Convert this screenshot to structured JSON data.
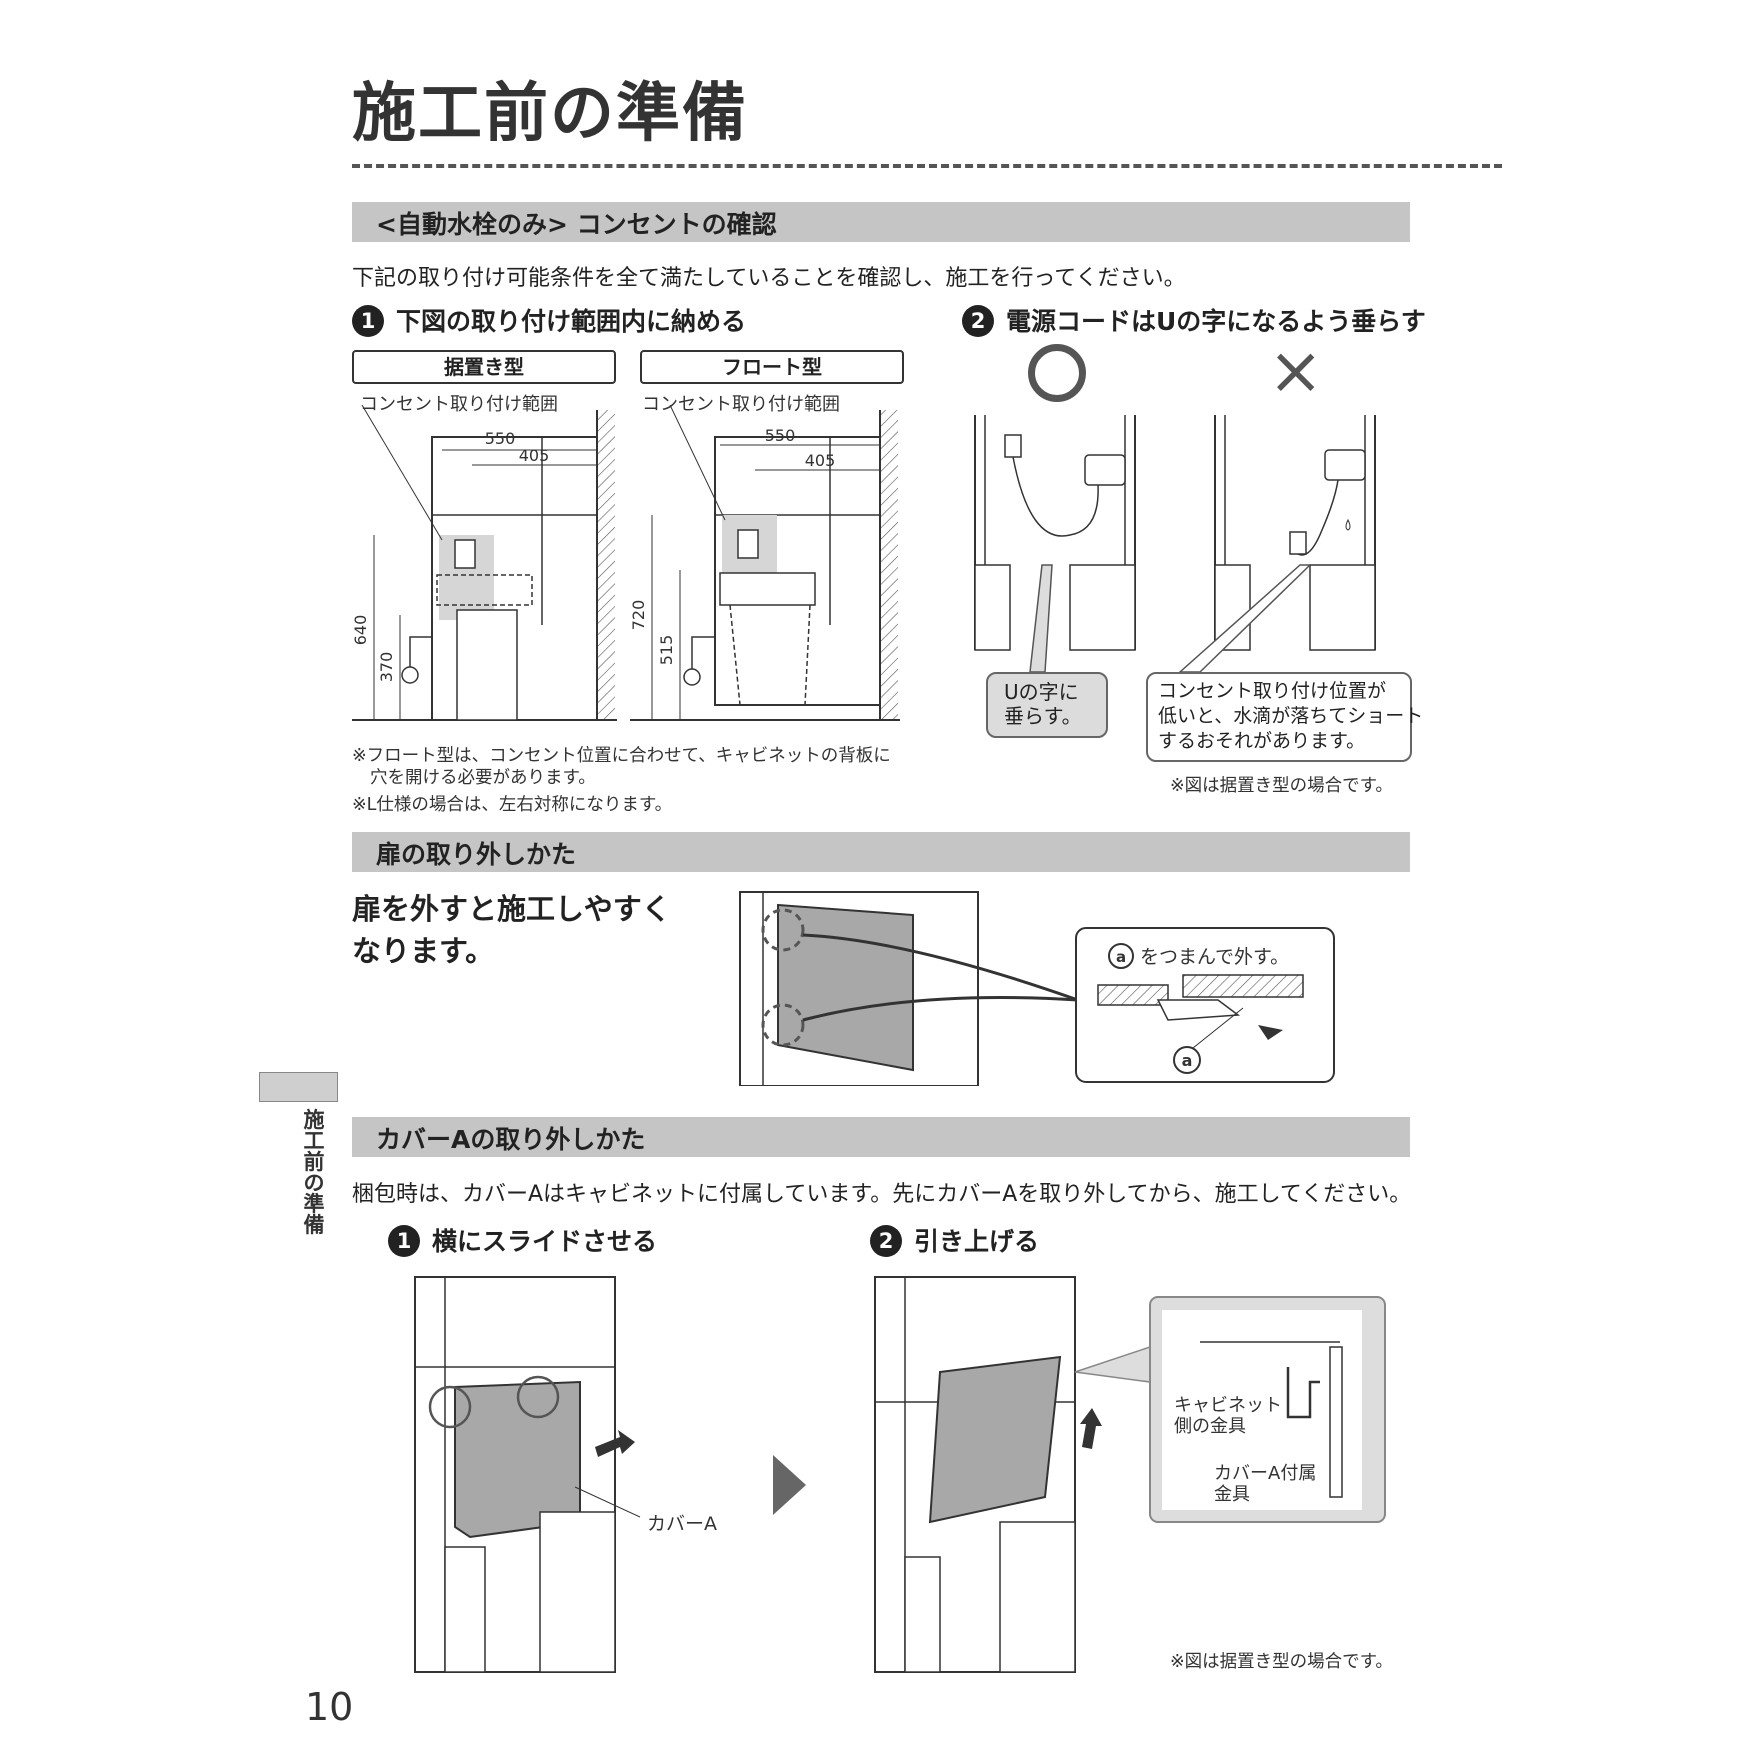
{
  "page": {
    "title": "施工前の準備",
    "number": "10",
    "side_tab": "施工前の準備"
  },
  "section1": {
    "title": "<自動水栓のみ> コンセントの確認",
    "intro": "下記の取り付け可能条件を全て満たしていることを確認し、施工を行ってください。",
    "step1": {
      "num": "1",
      "label": "下図の取り付け範囲内に納める"
    },
    "step2": {
      "num": "2",
      "label": "電源コードはUの字になるよう垂らす"
    },
    "type_a": {
      "label": "据置き型",
      "range_label": "コンセント取り付け範囲",
      "dims": {
        "w1": "550",
        "w2": "405",
        "h1": "640",
        "h2": "370"
      }
    },
    "type_b": {
      "label": "フロート型",
      "range_label": "コンセント取り付け範囲",
      "dims": {
        "w1": "550",
        "w2": "405",
        "h1": "720",
        "h2": "515"
      }
    },
    "note1_line1": "※フロート型は、コンセント位置に合わせて、キャビネットの背板に",
    "note1_line2": "穴を開ける必要があります。",
    "note2": "※L仕様の場合は、左右対称になります。",
    "good_mark": "○",
    "bad_mark": "×",
    "callout_good_line1": "Uの字に",
    "callout_good_line2": "垂らす。",
    "callout_bad_line1": "コンセント取り付け位置が",
    "callout_bad_line2": "低いと、水滴が落ちてショート",
    "callout_bad_line3": "するおそれがあります。",
    "fig_note": "※図は据置き型の場合です。"
  },
  "section2": {
    "title": "扉の取り外しかた",
    "lead_line1": "扉を外すと施工しやすく",
    "lead_line2": "なります。",
    "callout_label": "a",
    "callout_text": "をつまんで外す。",
    "marker": "a"
  },
  "section3": {
    "title": "カバーAの取り外しかた",
    "intro": "梱包時は、カバーAはキャビネットに付属しています。先にカバーAを取り外してから、施工してください。",
    "step1": {
      "num": "1",
      "label": "横にスライドさせる"
    },
    "step2": {
      "num": "2",
      "label": "引き上げる"
    },
    "cover_label": "カバーA",
    "detail_label1_line1": "キャビネット",
    "detail_label1_line2": "側の金具",
    "detail_label2_line1": "カバーA付属",
    "detail_label2_line2": "金具",
    "fig_note": "※図は据置き型の場合です。"
  }
}
